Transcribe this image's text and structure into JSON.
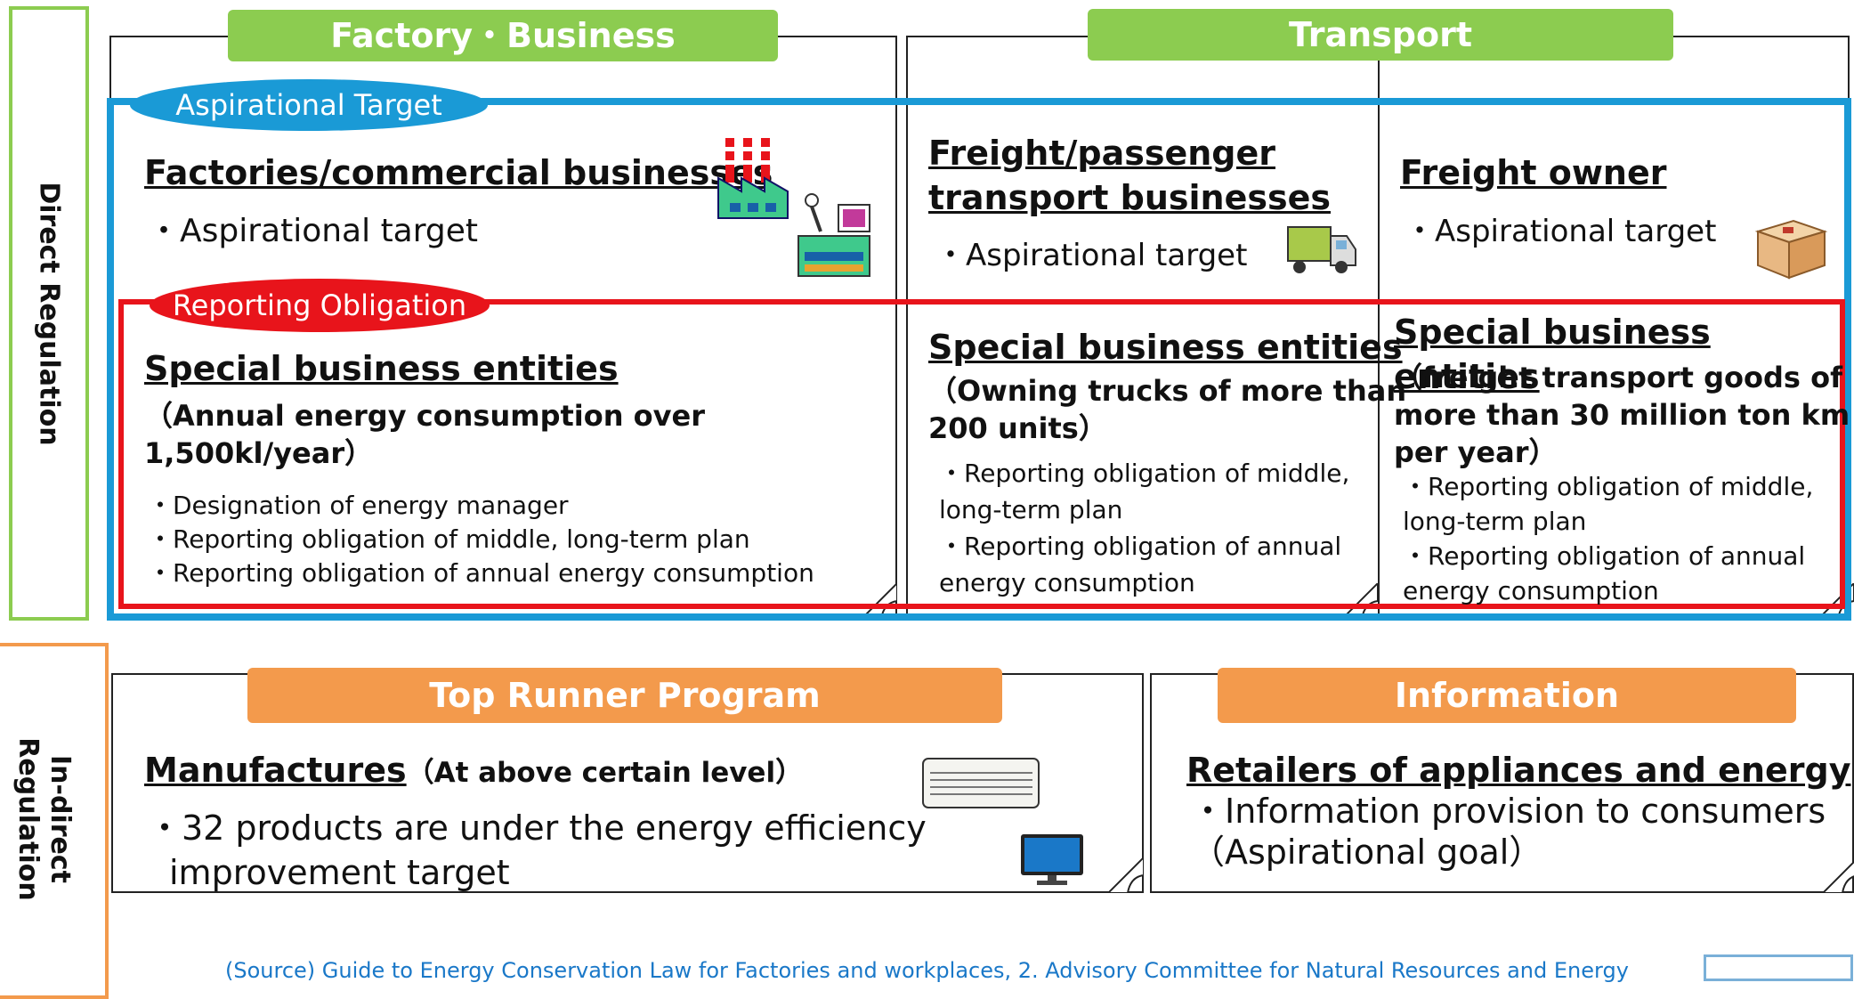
{
  "side": {
    "direct": "Direct Regulation",
    "indirect_line1": "In-direct",
    "indirect_line2": "Regulation"
  },
  "headers": {
    "factory": "Factory・Business",
    "transport": "Transport",
    "top_runner": "Top Runner Program",
    "information": "Information"
  },
  "badges": {
    "aspirational": "Aspirational Target",
    "reporting": "Reporting Obligation"
  },
  "factory": {
    "title": "Factories/commercial businesses",
    "bullet": "・Aspirational target",
    "special_title": "Special business entities",
    "special_sub_1": "（Annual energy consumption over",
    "special_sub_2": "1,500kl/year）",
    "items": [
      "・Designation of energy manager",
      "・Reporting obligation of middle, long-term plan",
      "・Reporting obligation of annual energy consumption"
    ]
  },
  "carrier": {
    "title_1": "Freight/passenger",
    "title_2": "transport businesses",
    "bullet": "・Aspirational target",
    "special_title": "Special business entities",
    "special_sub_1": "（Owning trucks of more than",
    "special_sub_2": "200 units）",
    "items": [
      "・Reporting obligation of middle,",
      "long-term plan",
      "・Reporting obligation of annual",
      "energy consumption"
    ]
  },
  "owner": {
    "title": "Freight owner",
    "bullet": "・Aspirational target",
    "special_title": "Special business entities",
    "special_sub_1": "（freight transport goods of",
    "special_sub_2": "more than 30 million ton km",
    "special_sub_3": "per year）",
    "items": [
      "・Reporting obligation of middle,",
      "long-term plan",
      "・Reporting obligation of annual",
      "energy consumption"
    ]
  },
  "manufacturers": {
    "title": "Manufactures",
    "title_suffix": "（At above certain level）",
    "line1": "・32 products are under the energy efficiency",
    "line2": "improvement target"
  },
  "retailers": {
    "title": "Retailers of appliances and energy",
    "line1": "・Information provision to consumers",
    "line2": "（Aspirational goal）"
  },
  "source": "(Source) Guide to Energy Conservation Law for Factories and workplaces, 2. Advisory Committee for Natural Resources and Energy",
  "colors": {
    "green": "#8ccc50",
    "orange": "#f39a4c",
    "blue": "#1a9ad6",
    "red": "#e8141b"
  }
}
